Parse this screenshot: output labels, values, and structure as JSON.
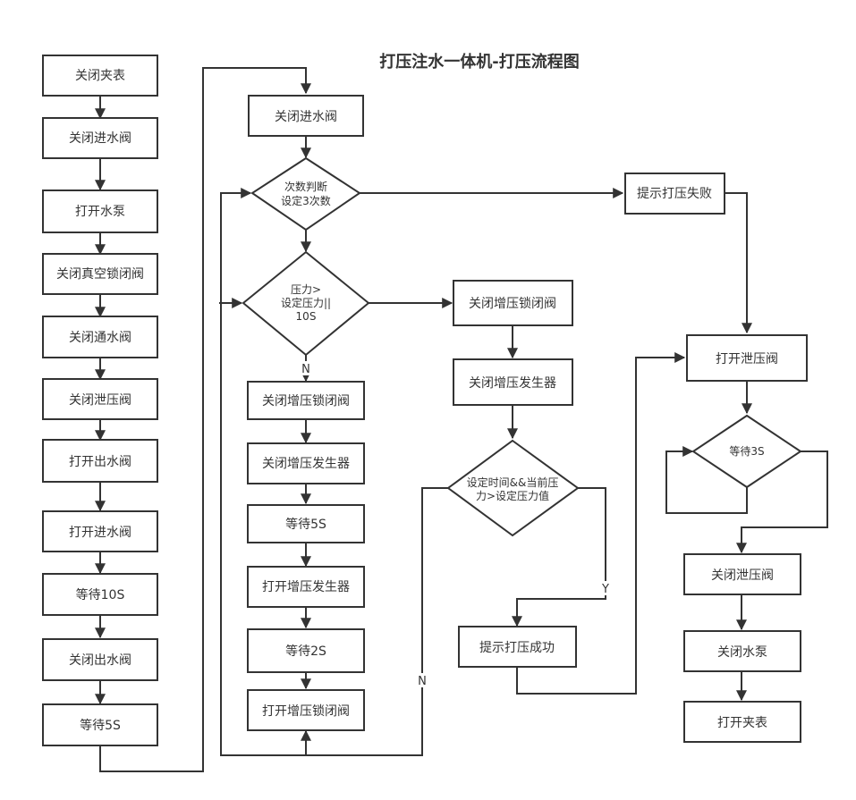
{
  "title": "打压注水一体机-打压流程图",
  "colors": {
    "stroke": "#333333",
    "text": "#333333",
    "background": "#ffffff"
  },
  "nodes": {
    "close_clamp": "关闭夹表",
    "close_inlet_1": "关闭进水阀",
    "open_pump": "打开水泵",
    "close_vacuum_lock": "关闭真空锁闭阀",
    "close_flow_valve": "关闭通水阀",
    "close_relief_1": "关闭泄压阀",
    "open_outlet": "打开出水阀",
    "open_inlet": "打开进水阀",
    "wait_10s": "等待10S",
    "close_outlet": "关闭出水阀",
    "wait_5s_1": "等待5S",
    "close_inlet_2": "关闭进水阀",
    "count_check": [
      "次数判断",
      "设定3次数"
    ],
    "pressure_check": [
      "压力>",
      "设定压力||",
      "10S"
    ],
    "close_boost_lock_1": "关闭增压锁闭阀",
    "close_boost_gen_1": "关闭增压发生器",
    "wait_5s_2": "等待5S",
    "open_boost_gen": "打开增压发生器",
    "wait_2s": "等待2S",
    "open_boost_lock": "打开增压锁闭阀",
    "fail_prompt": "提示打压失败",
    "close_boost_lock_2": "关闭增压锁闭阀",
    "close_boost_gen_2": "关闭增压发生器",
    "time_check": [
      "设定时间&&当前压",
      "力>设定压力值"
    ],
    "success_prompt": "提示打压成功",
    "open_relief": "打开泄压阀",
    "wait_3s": "等待3S",
    "close_relief_2": "关闭泄压阀",
    "close_pump": "关闭水泵",
    "open_clamp": "打开夹表"
  },
  "edge_labels": {
    "no_1": "N",
    "yes": "Y",
    "no_2": "N"
  }
}
